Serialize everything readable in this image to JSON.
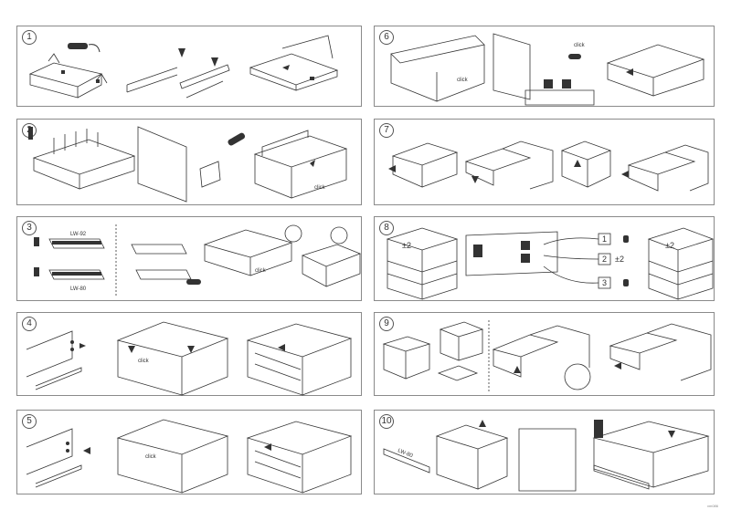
{
  "steps": [
    {
      "number": "1"
    },
    {
      "number": "2"
    },
    {
      "number": "3",
      "labels": {
        "top": "LW-92",
        "bottom": "LW-80"
      }
    },
    {
      "number": "4"
    },
    {
      "number": "5"
    },
    {
      "number": "6"
    },
    {
      "number": "7"
    },
    {
      "number": "8",
      "height_adjust": "±2",
      "options": [
        {
          "n": "1"
        },
        {
          "n": "2",
          "value": "±2"
        },
        {
          "n": "3"
        }
      ]
    },
    {
      "number": "9"
    },
    {
      "number": "10",
      "labels": {
        "rail": "LW-80"
      }
    }
  ],
  "click_text": "click",
  "footer_code": "vm086"
}
